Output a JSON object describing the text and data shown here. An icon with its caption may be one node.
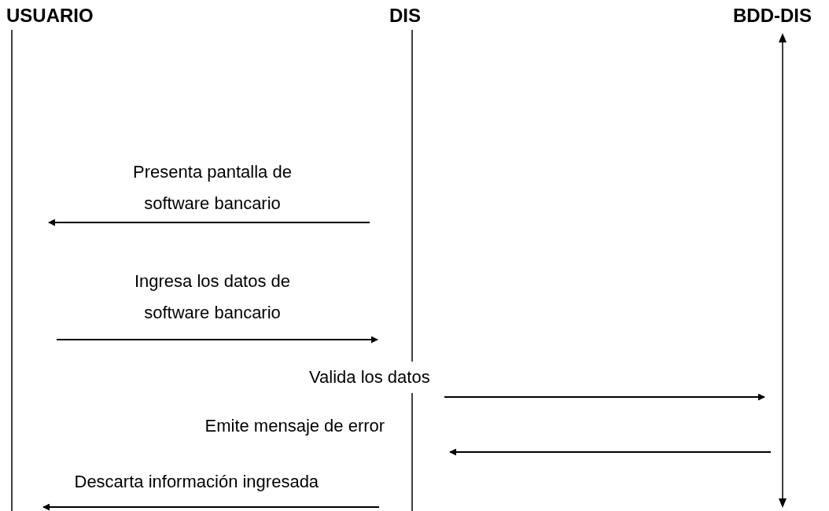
{
  "diagram": {
    "nodes": [
      {
        "text": [
          "USUARIO"
        ]
      },
      {
        "text": [
          "DIS"
        ]
      },
      {
        "text": [
          "BDD-DIS"
        ]
      }
    ],
    "edges": [
      {
        "from": 1,
        "to": 0,
        "arrow": "to",
        "label": "Presenta pantalla de software bancario"
      },
      {
        "from": 0,
        "to": 1,
        "arrow": "to",
        "label": "Ingresa los datos de software bancario"
      },
      {
        "from": 1,
        "to": 2,
        "arrow": "to",
        "label": "Valida los datos"
      },
      {
        "from": 2,
        "to": 1,
        "arrow": "to",
        "label": "Emite mensaje de error"
      },
      {
        "from": 1,
        "to": 0,
        "arrow": "to",
        "label": "Descarta información ingresada"
      }
    ]
  }
}
